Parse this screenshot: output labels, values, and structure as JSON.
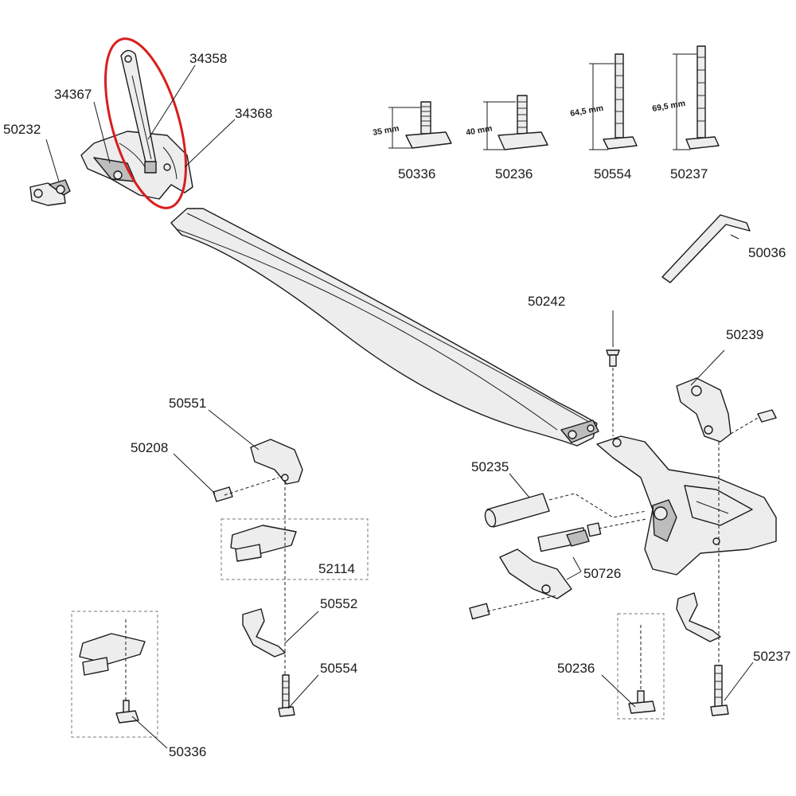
{
  "diagram": {
    "highlight_color": "#d81e1e",
    "labels": {
      "p34358": "34358",
      "p34367": "34367",
      "p34368": "34368",
      "p50232": "50232",
      "p50336_top": "50336",
      "p50236_top": "50236",
      "p50554_top": "50554",
      "p50237_top": "50237",
      "p50036": "50036",
      "p50242": "50242",
      "p50239": "50239",
      "p50551": "50551",
      "p50208": "50208",
      "p50235": "50235",
      "p52114": "52114",
      "p50726": "50726",
      "p50552": "50552",
      "p50554_bottom": "50554",
      "p50236_bottom": "50236",
      "p50237_bottom": "50237",
      "p50336_bottom": "50336"
    },
    "dimensions": {
      "d35": "35 mm",
      "d40": "40 mm",
      "d64": "64,5 mm",
      "d69": "69,5 mm"
    }
  }
}
